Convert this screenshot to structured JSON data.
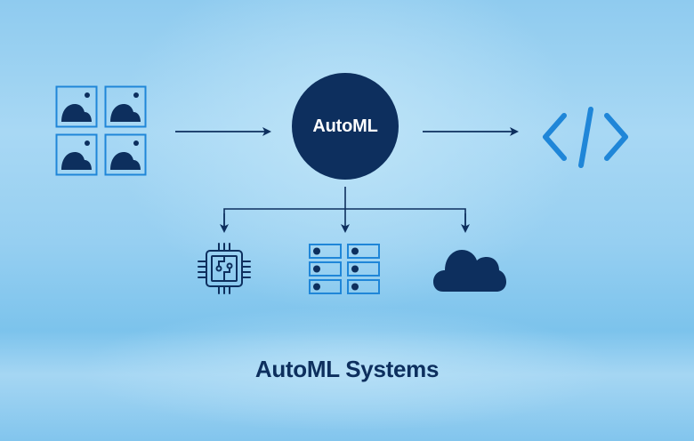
{
  "diagram": {
    "title": "AutoML Systems",
    "center_node": {
      "label": "AutoML",
      "icon": "circle-node"
    },
    "input": {
      "icon": "image-grid-icon",
      "description": "dataset of images",
      "count": 4
    },
    "output": {
      "icon": "code-brackets-icon",
      "description": "generated code / model"
    },
    "deployment_targets": [
      {
        "icon": "cpu-chip-icon",
        "description": "edge hardware"
      },
      {
        "icon": "server-rack-icon",
        "description": "on-premise servers"
      },
      {
        "icon": "cloud-icon",
        "description": "cloud"
      }
    ],
    "edges": [
      {
        "from": "input",
        "to": "center_node"
      },
      {
        "from": "center_node",
        "to": "output"
      },
      {
        "from": "center_node",
        "to": "deployment_targets.0"
      },
      {
        "from": "center_node",
        "to": "deployment_targets.1"
      },
      {
        "from": "center_node",
        "to": "deployment_targets.2"
      }
    ],
    "colors": {
      "navy": "#0d2f5e",
      "accent_blue": "#1f86d8",
      "background_light": "#bee4f8",
      "background_mid": "#8fcbef"
    }
  }
}
